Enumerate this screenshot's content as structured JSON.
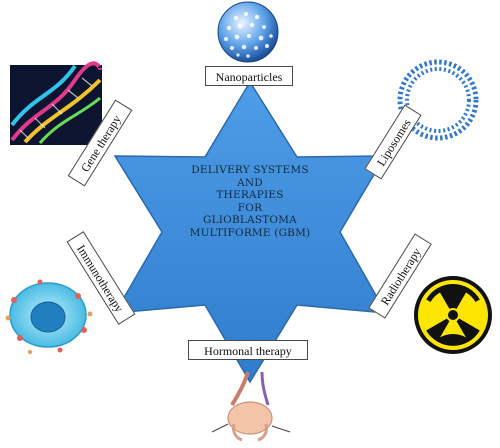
{
  "center": {
    "lines": [
      "DELIVERY SYSTEMS",
      "AND",
      "THERAPIES",
      "FOR",
      "GLIOBLASTOMA",
      "MULTIFORME (GBM)"
    ]
  },
  "labels": {
    "nanoparticles": "Nanoparticles",
    "gene_therapy": "Gene therapy",
    "liposomes": "Liposomes",
    "immunotherapy": "Immunotherapy",
    "radiotherapy": "Radiotherapy",
    "hormonal_therapy": "Hormonal therapy"
  },
  "colors": {
    "star_fill": "#3b8ad6",
    "star_edge": "#2a6aaa",
    "radiation_yellow": "#ffe600",
    "liposome_blue": "#3377cc"
  },
  "icons": {
    "nanoparticles": "nanoparticle-sphere-icon",
    "gene_therapy": "dna-helix-icon",
    "liposomes": "liposome-icon",
    "immunotherapy": "immune-cell-icon",
    "radiotherapy": "radiation-hazard-icon",
    "hormonal_therapy": "gland-icon"
  }
}
